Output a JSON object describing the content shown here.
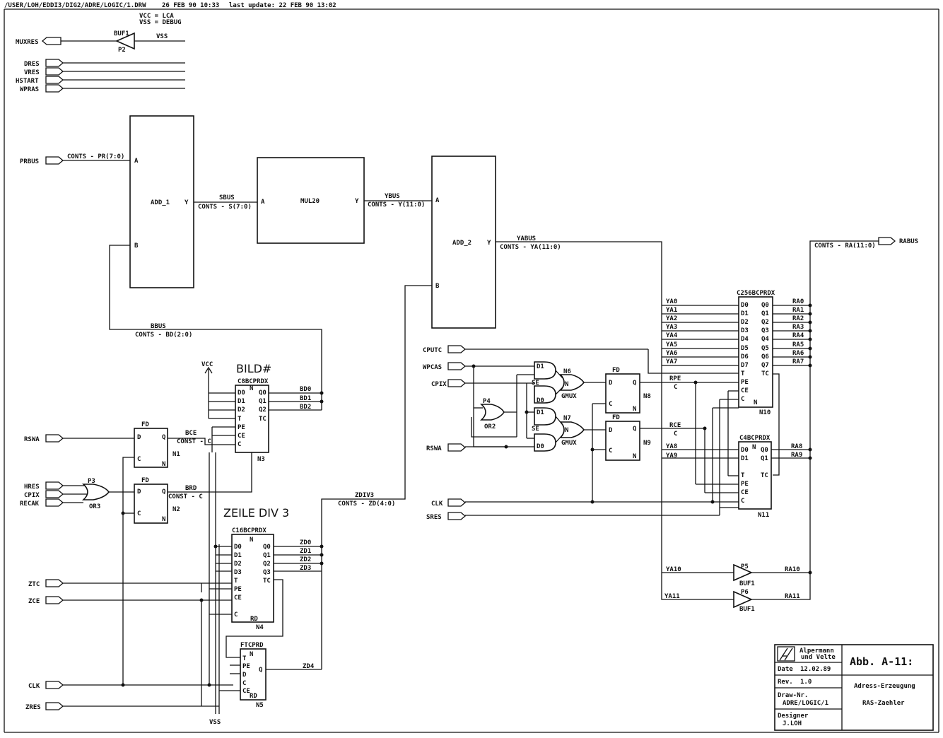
{
  "header": {
    "path": "/USER/LOH/EDDI3/DIG2/ADRE/LOGIC/1.DRW",
    "date": "26 FEB 90 10:33",
    "update": "last update: 22 FEB 90 13:02"
  },
  "power": {
    "vcc_eq": "VCC = LCA",
    "vss_eq": "VSS = DEBUG"
  },
  "ports": {
    "muxres": "MUXRES",
    "dres": "DRES",
    "vres": "VRES",
    "hstart": "HSTART",
    "wpras": "WPRAS",
    "prbus": "PRBUS",
    "rswa_left": "RSWA",
    "hres": "HRES",
    "cpix_left": "CPIX",
    "recak": "RECAK",
    "ztc": "ZTC",
    "zce": "ZCE",
    "clk_left": "CLK",
    "zres": "ZRES",
    "cputc": "CPUTC",
    "wpcas": "WPCAS",
    "cpix_mid": "CPIX",
    "rswa_mid": "RSWA",
    "clk_mid": "CLK",
    "sres": "SRES",
    "rabus": "RABUS"
  },
  "blocks": {
    "add1": "ADD_1",
    "mul20": "MUL20",
    "add2": "ADD_2"
  },
  "pins": {
    "a": "A",
    "b": "B",
    "y": "Y"
  },
  "buses": {
    "prbus_name": "CONTS - PR(7:0)",
    "sbus": "SBUS",
    "sbus_name": "CONTS - S(7:0)",
    "ybus": "YBUS",
    "ybus_name": "CONTS - Y(11:0)",
    "yabus": "YABUS",
    "yabus_name": "CONTS - YA(11:0)",
    "bbus": "BBUS",
    "bbus_name": "CONTS - BD(2:0)",
    "zdiv3": "ZDIV3",
    "zdiv3_name": "CONTS - ZD(4:0)",
    "rabus_name": "CONTS - RA(11:0)"
  },
  "gates": {
    "buf1": "BUF1",
    "p2": "P2",
    "vss": "VSS",
    "vcc": "VCC",
    "p3": "P3",
    "or3": "OR3",
    "p4": "P4",
    "or2": "OR2",
    "gmux": "GMUX",
    "n6": "N6",
    "n7": "N7",
    "p5": "P5",
    "p6": "P6"
  },
  "titles": {
    "bild": "BILD#",
    "zeile": "ZEILE DIV 3"
  },
  "chips": {
    "c8": {
      "name": "C8BCPRDX",
      "inst": "N3"
    },
    "c16": {
      "name": "C16BCPRDX",
      "inst": "N4"
    },
    "ftc": {
      "name": "FTCPRD",
      "inst": "N5"
    },
    "c256": {
      "name": "C256BCPRDX",
      "inst": "N10"
    },
    "c4": {
      "name": "C4BCPRDX",
      "inst": "N11"
    }
  },
  "ff": {
    "fd": "FD",
    "d": "D",
    "q": "Q",
    "c": "C",
    "n": "N",
    "n1": "N1",
    "n2": "N2",
    "n8": "N8",
    "n9": "N9"
  },
  "nets": {
    "bce": "BCE",
    "const_c": "CONST - C",
    "brd": "BRD",
    "bd": [
      "BD0",
      "BD1",
      "BD2"
    ],
    "zd": [
      "ZD0",
      "ZD1",
      "ZD2",
      "ZD3",
      "ZD4"
    ],
    "ya": [
      "YA0",
      "YA1",
      "YA2",
      "YA3",
      "YA4",
      "YA5",
      "YA6",
      "YA7",
      "YA8",
      "YA9",
      "YA10",
      "YA11"
    ],
    "ra": [
      "RA0",
      "RA1",
      "RA2",
      "RA3",
      "RA4",
      "RA5",
      "RA6",
      "RA7",
      "RA8",
      "RA9",
      "RA10",
      "RA11"
    ],
    "rpe": "RPE",
    "rce": "RCE"
  },
  "pinlabels": {
    "d": [
      "D0",
      "D1",
      "D2",
      "D3",
      "D4",
      "D5",
      "D6",
      "D7"
    ],
    "q": [
      "Q0",
      "Q1",
      "Q2",
      "Q3",
      "Q4",
      "Q5",
      "Q6",
      "Q7"
    ],
    "t": "T",
    "tc": "TC",
    "pe": "PE",
    "ce": "CE",
    "c": "C",
    "rd": "RD",
    "se": "SE",
    "d0": "D0",
    "d1": "D1"
  },
  "titleblock": {
    "company1": "Alpermann",
    "company2": "und Velte",
    "date_label": "Date",
    "date": "12.02.89",
    "rev_label": "Rev.",
    "rev": "1.0",
    "drawnr_label": "Draw-Nr.",
    "drawnr": "ADRE/LOGIC/1",
    "designer_label": "Designer",
    "designer": "J.LOH",
    "figure": "Abb. A-11:",
    "desc1": "Adress-Erzeugung",
    "desc2": "RAS-Zaehler"
  }
}
